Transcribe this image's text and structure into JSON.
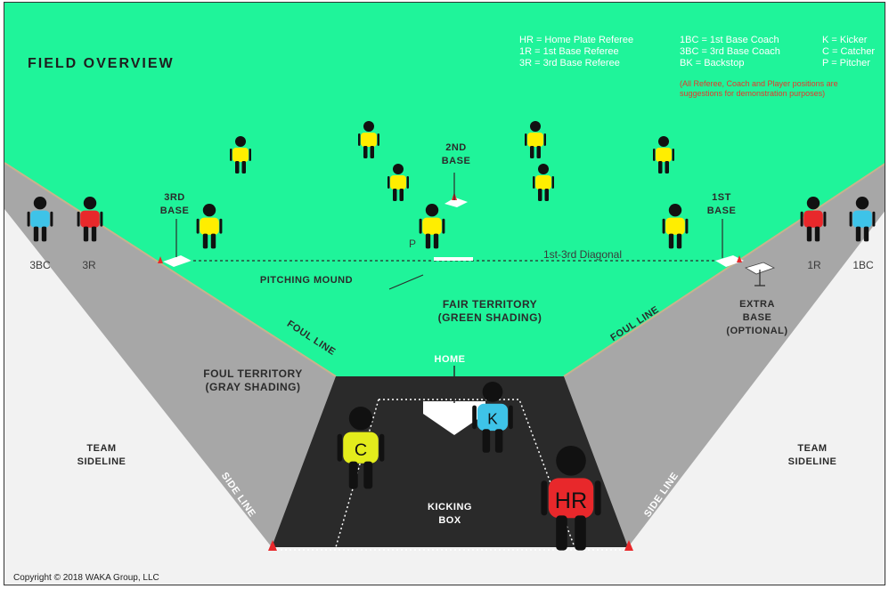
{
  "title": "FIELD OVERVIEW",
  "legend": {
    "col1": [
      "HR = Home Plate Referee",
      "1R = 1st Base Referee",
      "3R = 3rd Base Referee"
    ],
    "col2": [
      "1BC = 1st Base Coach",
      "3BC = 3rd Base Coach",
      "BK = Backstop"
    ],
    "col3": [
      "K = Kicker",
      "C = Catcher",
      "P = Pitcher"
    ],
    "note": [
      "(All Referee, Coach and Player positions are",
      "suggestions for demonstration purposes)"
    ]
  },
  "labels": {
    "second_base": [
      "2ND",
      "BASE"
    ],
    "third_base": [
      "3RD",
      "BASE"
    ],
    "first_base": [
      "1ST",
      "BASE"
    ],
    "pitching_mound": "PITCHING MOUND",
    "diagonal": "1st-3rd Diagonal",
    "fair_territory": [
      "FAIR TERRITORY",
      "(GREEN SHADING)"
    ],
    "foul_territory": [
      "FOUL TERRITORY",
      "(GRAY SHADING)"
    ],
    "foul_line_left": "FOUL LINE",
    "foul_line_right": "FOUL LINE",
    "extra_base": [
      "EXTRA",
      "BASE",
      "(OPTIONAL)"
    ],
    "home": "HOME",
    "kicking_box": [
      "KICKING",
      "BOX"
    ],
    "team_sideline_left": [
      "TEAM",
      "SIDELINE"
    ],
    "team_sideline_right": [
      "TEAM",
      "SIDELINE"
    ],
    "side_line_left": "SIDE LINE",
    "side_line_right": "SIDE LINE"
  },
  "players": {
    "pitcher": "P",
    "kicker": "K",
    "catcher": "C",
    "home_referee": "HR",
    "third_coach": "3BC",
    "third_referee": "3R",
    "first_referee": "1R",
    "first_coach": "1BC"
  },
  "copyright": "Copyright © 2018 WAKA Group, LLC",
  "colors": {
    "fair": "#1ff49a",
    "foul": "#a7a7a7",
    "outside": "#ececec",
    "kicking_box": "#2a2a2a",
    "fielder": "#ffee00",
    "kicker": "#3ec3e8",
    "catcher": "#e3ec1c",
    "referee": "#e8282b",
    "coach": "#3ec3e8",
    "note_text": "#e8362b"
  }
}
